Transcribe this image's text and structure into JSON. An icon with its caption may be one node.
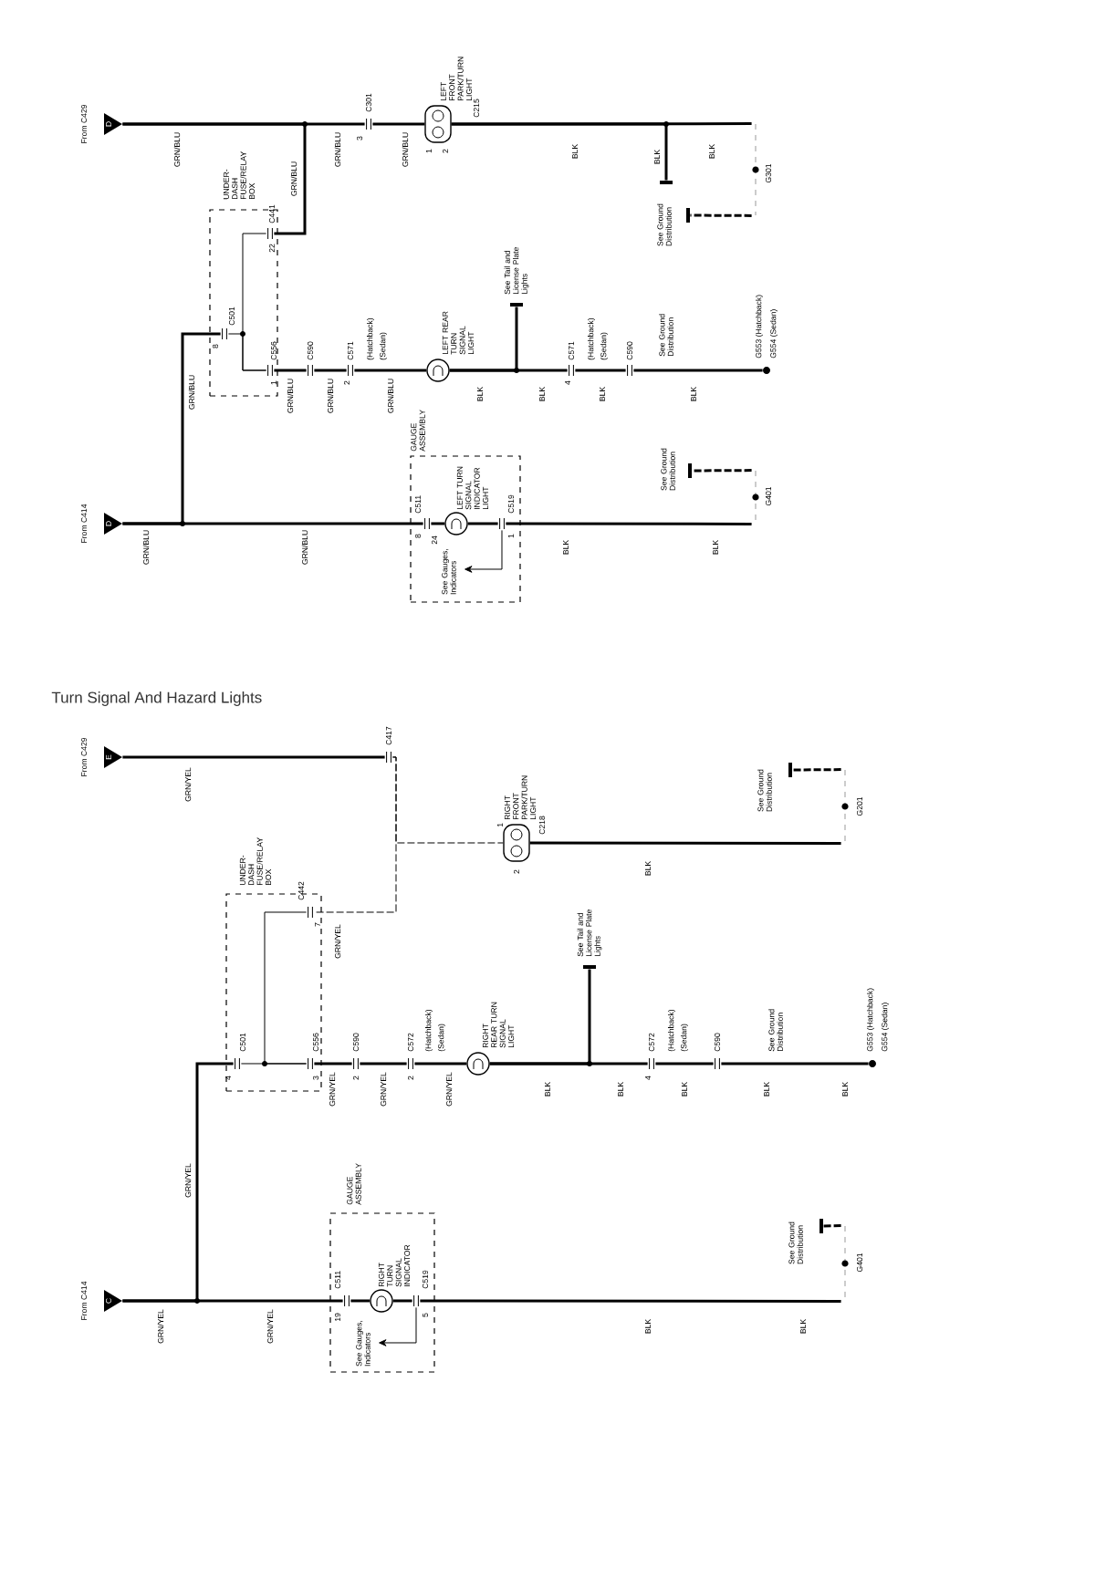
{
  "diagram": {
    "title": "Turn Signal And Hazard Lights",
    "nodes": [
      {
        "text": [
          "From C429",
          "D"
        ]
      },
      {
        "text": [
          "C301"
        ],
        "beside": [
          "3"
        ]
      },
      {
        "text": [
          "LEFT FRONT PARK/TURN LIGHT",
          "C215"
        ],
        "beside": [
          "1",
          "2"
        ]
      },
      {
        "text": [
          "UNDER-DASH FUSE/RELAY BOX"
        ]
      },
      {
        "text": [
          "C441"
        ],
        "beside": [
          "22"
        ],
        "in": 3
      },
      {
        "text": [
          "C501"
        ],
        "beside": [
          "8"
        ],
        "in": 3
      },
      {
        "text": [
          "C556"
        ],
        "beside": [
          "1"
        ],
        "in": 3
      },
      {
        "text": [
          "C590"
        ]
      },
      {
        "text": [
          "C571"
        ],
        "beside": [
          "2",
          "(Hatchback)",
          "(Sedan)"
        ]
      },
      {
        "text": [
          "LEFT REAR TURN SIGNAL LIGHT"
        ]
      },
      {
        "text": [
          "See Tail and License Plate Lights"
        ]
      },
      {
        "text": [
          "C571"
        ],
        "beside": [
          "4",
          "(Hatchback)",
          "(Sedan)"
        ]
      },
      {
        "text": [
          "C590"
        ]
      },
      {
        "text": [
          "G553 (Hatchback)",
          "G554 (Sedan)"
        ]
      },
      {
        "text": [
          "G301"
        ]
      },
      {
        "text": [
          "See Ground Distribution"
        ]
      },
      {
        "text": [],
        "shape": "bar"
      },
      {
        "text": [
          "From C414",
          "D"
        ]
      },
      {
        "text": [
          "GAUGE ASSEMBLY"
        ]
      },
      {
        "text": [
          "C511"
        ],
        "beside": [
          "8",
          "24"
        ],
        "in": 18
      },
      {
        "text": [
          "LEFT TURN SIGNAL INDICATOR LIGHT"
        ],
        "in": 18
      },
      {
        "text": [
          "C519"
        ],
        "beside": [
          "1"
        ],
        "in": 18
      },
      {
        "text": [
          "See Gauges, Indicators"
        ],
        "in": 18
      },
      {
        "text": [
          "G401"
        ]
      },
      {
        "text": [
          "See Ground Distribution"
        ]
      },
      {
        "text": [
          "From C429",
          "E"
        ]
      },
      {
        "text": [
          "C417"
        ]
      },
      {
        "text": [
          "UNDER-DASH FUSE/RELAY BOX"
        ]
      },
      {
        "text": [
          "C442"
        ],
        "beside": [
          "7"
        ],
        "in": 27
      },
      {
        "text": [
          "RIGHT FRONT PARK/TURN LIGHT",
          "C218"
        ],
        "beside": [
          "1",
          "2"
        ]
      },
      {
        "text": [
          "G201"
        ]
      },
      {
        "text": [
          "See Ground Distribution"
        ]
      },
      {
        "text": [
          "C501"
        ],
        "beside": [
          "4"
        ],
        "in": 27
      },
      {
        "text": [
          "C556"
        ],
        "beside": [
          "3"
        ],
        "in": 27
      },
      {
        "text": [
          "C590"
        ],
        "beside": [
          "2"
        ]
      },
      {
        "text": [
          "C572"
        ],
        "beside": [
          "2",
          "(Hatchback)",
          "(Sedan)"
        ]
      },
      {
        "text": [
          "RIGHT REAR TURN SIGNAL LIGHT"
        ]
      },
      {
        "text": [
          "See Tail and License Plate Lights"
        ]
      },
      {
        "text": [
          "C572"
        ],
        "beside": [
          "4",
          "(Hatchback)",
          "(Sedan)"
        ]
      },
      {
        "text": [
          "C590"
        ]
      },
      {
        "text": [
          "G553 (Hatchback)",
          "G554 (Sedan)"
        ]
      },
      {
        "text": [
          "From C414",
          "C"
        ]
      },
      {
        "text": [
          "GAUGE ASSEMBLY"
        ]
      },
      {
        "text": [
          "C511"
        ],
        "beside": [
          "19"
        ],
        "in": 42
      },
      {
        "text": [
          "RIGHT TURN SIGNAL INDICATOR"
        ],
        "in": 42
      },
      {
        "text": [
          "C519"
        ],
        "beside": [
          "5"
        ],
        "in": 42
      },
      {
        "text": [
          "See Gauges, Indicators"
        ],
        "in": 42
      },
      {
        "text": [
          "G401"
        ]
      },
      {
        "text": [
          "See Ground Distribution"
        ]
      }
    ],
    "edges": [
      {
        "from": 0,
        "to": 1,
        "arrow": "none",
        "label": "GRN/BLU"
      },
      {
        "from": 0,
        "to": 4,
        "arrow": "none",
        "label": "GRN/BLU"
      },
      {
        "from": 1,
        "to": 2,
        "arrow": "none",
        "label": "GRN/BLU"
      },
      {
        "from": 2,
        "to": 14,
        "arrow": "none",
        "label": "BLK"
      },
      {
        "from": 2,
        "to": 16,
        "arrow": "none",
        "label": "BLK"
      },
      {
        "from": 14,
        "to": 15,
        "arrow": "none",
        "style": "dashed"
      },
      {
        "from": 4,
        "to": 6,
        "arrow": "none"
      },
      {
        "from": 5,
        "to": 6,
        "arrow": "none"
      },
      {
        "from": 6,
        "to": 7,
        "arrow": "none",
        "label": "GRN/BLU"
      },
      {
        "from": 7,
        "to": 8,
        "arrow": "none",
        "label": "GRN/BLU"
      },
      {
        "from": 8,
        "to": 9,
        "arrow": "none",
        "label": "GRN/BLU"
      },
      {
        "from": 9,
        "to": 11,
        "arrow": "none",
        "label": "BLK"
      },
      {
        "from": 9,
        "to": 10,
        "arrow": "none"
      },
      {
        "from": 11,
        "to": 12,
        "arrow": "none",
        "label": "BLK"
      },
      {
        "from": 12,
        "to": 13,
        "arrow": "none",
        "label": "BLK"
      },
      {
        "from": 17,
        "to": 5,
        "arrow": "none",
        "label": "GRN/BLU"
      },
      {
        "from": 17,
        "to": 19,
        "arrow": "none",
        "label": "GRN/BLU"
      },
      {
        "from": 19,
        "to": 20,
        "arrow": "none"
      },
      {
        "from": 20,
        "to": 21,
        "arrow": "none"
      },
      {
        "from": 21,
        "to": 22,
        "arrow": "to"
      },
      {
        "from": 21,
        "to": 23,
        "arrow": "none",
        "label": "BLK"
      },
      {
        "from": 23,
        "to": 24,
        "arrow": "none",
        "style": "dashed"
      },
      {
        "from": 25,
        "to": 26,
        "arrow": "none",
        "label": "GRN/YEL"
      },
      {
        "from": 26,
        "to": 29,
        "arrow": "none",
        "style": "dashed"
      },
      {
        "from": 26,
        "to": 28,
        "arrow": "none",
        "style": "dashed",
        "label": "GRN/YEL"
      },
      {
        "from": 28,
        "to": 33,
        "arrow": "none"
      },
      {
        "from": 32,
        "to": 33,
        "arrow": "none"
      },
      {
        "from": 33,
        "to": 34,
        "arrow": "none",
        "label": "GRN/YEL"
      },
      {
        "from": 34,
        "to": 35,
        "arrow": "none",
        "label": "GRN/YEL"
      },
      {
        "from": 35,
        "to": 36,
        "arrow": "none",
        "label": "GRN/YEL"
      },
      {
        "from": 36,
        "to": 38,
        "arrow": "none",
        "label": "BLK"
      },
      {
        "from": 36,
        "to": 37,
        "arrow": "none"
      },
      {
        "from": 38,
        "to": 39,
        "arrow": "none",
        "label": "BLK"
      },
      {
        "from": 39,
        "to": 40,
        "arrow": "none",
        "label": "BLK"
      },
      {
        "from": 29,
        "to": 30,
        "arrow": "none",
        "label": "BLK"
      },
      {
        "from": 30,
        "to": 31,
        "arrow": "none",
        "style": "dashed"
      },
      {
        "from": 41,
        "to": 32,
        "arrow": "none",
        "label": "GRN/YEL"
      },
      {
        "from": 41,
        "to": 43,
        "arrow": "none",
        "label": "GRN/YEL"
      },
      {
        "from": 43,
        "to": 44,
        "arrow": "none"
      },
      {
        "from": 44,
        "to": 45,
        "arrow": "none"
      },
      {
        "from": 45,
        "to": 46,
        "arrow": "to"
      },
      {
        "from": 45,
        "to": 47,
        "arrow": "none",
        "label": "BLK"
      },
      {
        "from": 47,
        "to": 48,
        "arrow": "none",
        "style": "dashed"
      }
    ],
    "labels": [
      "GRN/BLU",
      "BLK",
      "BLK",
      "See Ground Distribution",
      "GRN/BLU",
      "BLK",
      "BLK",
      "See Ground Distribution",
      "BLK",
      "GRN/YEL",
      "BLK"
    ]
  }
}
